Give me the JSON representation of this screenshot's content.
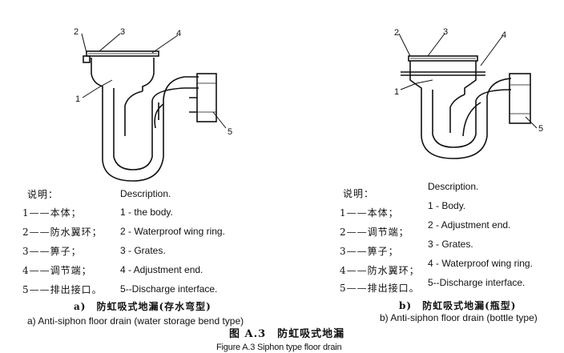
{
  "figure_a": {
    "callouts": [
      "1",
      "2",
      "3",
      "4",
      "5"
    ],
    "legend_heading_cn": "说明：",
    "legend_heading_en": "Description.",
    "items": [
      {
        "cn": "1——本体；",
        "en": "1 - the body."
      },
      {
        "cn": "2——防水翼环；",
        "en": "2 - Waterproof wing ring."
      },
      {
        "cn": "3——箅子；",
        "en": "3 - Grates."
      },
      {
        "cn": "4——调节端；",
        "en": "4 - Adjustment end."
      },
      {
        "cn": "5——排出接口。",
        "en": "5--Discharge interface."
      }
    ],
    "caption_cn": "a)　防虹吸式地漏(存水弯型)",
    "caption_en": "a) Anti-siphon floor drain (water storage bend type)"
  },
  "figure_b": {
    "callouts": [
      "1",
      "2",
      "3",
      "4",
      "5"
    ],
    "legend_heading_cn": "说明：",
    "legend_heading_en": "Description.",
    "items": [
      {
        "cn": "1——本体；",
        "en": "1 - Body."
      },
      {
        "cn": "2——调节端；",
        "en": "2 - Adjustment end."
      },
      {
        "cn": "3——箅子；",
        "en": "3 - Grates."
      },
      {
        "cn": "4——防水翼环；",
        "en": "4 - Waterproof wing ring."
      },
      {
        "cn": "5——排出接口。",
        "en": "5--Discharge interface."
      }
    ],
    "caption_cn": "b)　防虹吸式地漏(瓶型)",
    "caption_en": "b) Anti-siphon floor drain (bottle type)"
  },
  "figure_title_cn": "图 A.3　防虹吸式地漏",
  "figure_title_en": "Figure A.3 Siphon type floor drain"
}
